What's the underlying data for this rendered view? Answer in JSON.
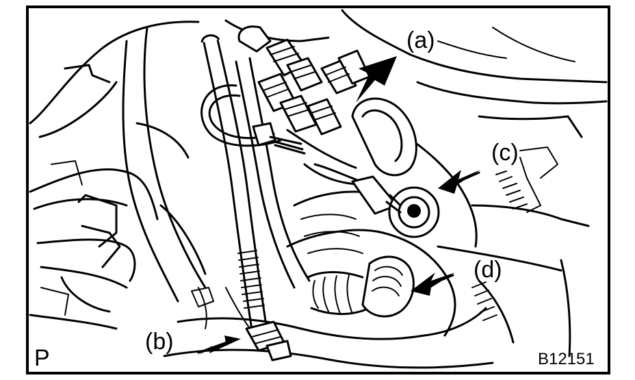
{
  "figure": {
    "labels": {
      "a": "(a)",
      "b": "(b)",
      "c": "(c)",
      "d": "(d)"
    },
    "corner_mark": "P",
    "figure_code": "B12151"
  },
  "icons": {
    "arrow": "arrow-icon"
  }
}
